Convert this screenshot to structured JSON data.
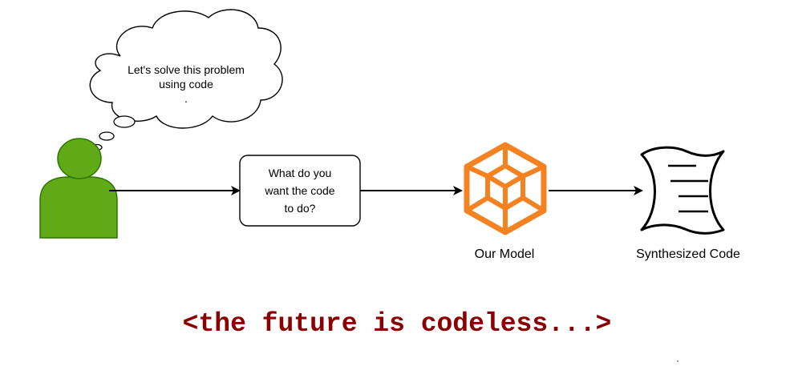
{
  "thought_bubble": {
    "line1": "Let's solve this problem",
    "line2": "using code",
    "line3": "."
  },
  "prompt_box": {
    "line1": "What do you",
    "line2": "want the code",
    "line3": "to do?"
  },
  "model": {
    "label": "Our Model"
  },
  "output": {
    "label": "Synthesized Code"
  },
  "tagline": "<the future is codeless...>",
  "colors": {
    "user_fill": "#60a917",
    "user_stroke": "#2d7600",
    "model_orange": "#f58220",
    "tagline": "#8b0000"
  },
  "icons": {
    "user": "user-icon",
    "model": "cube-icon",
    "output": "scroll-icon"
  }
}
